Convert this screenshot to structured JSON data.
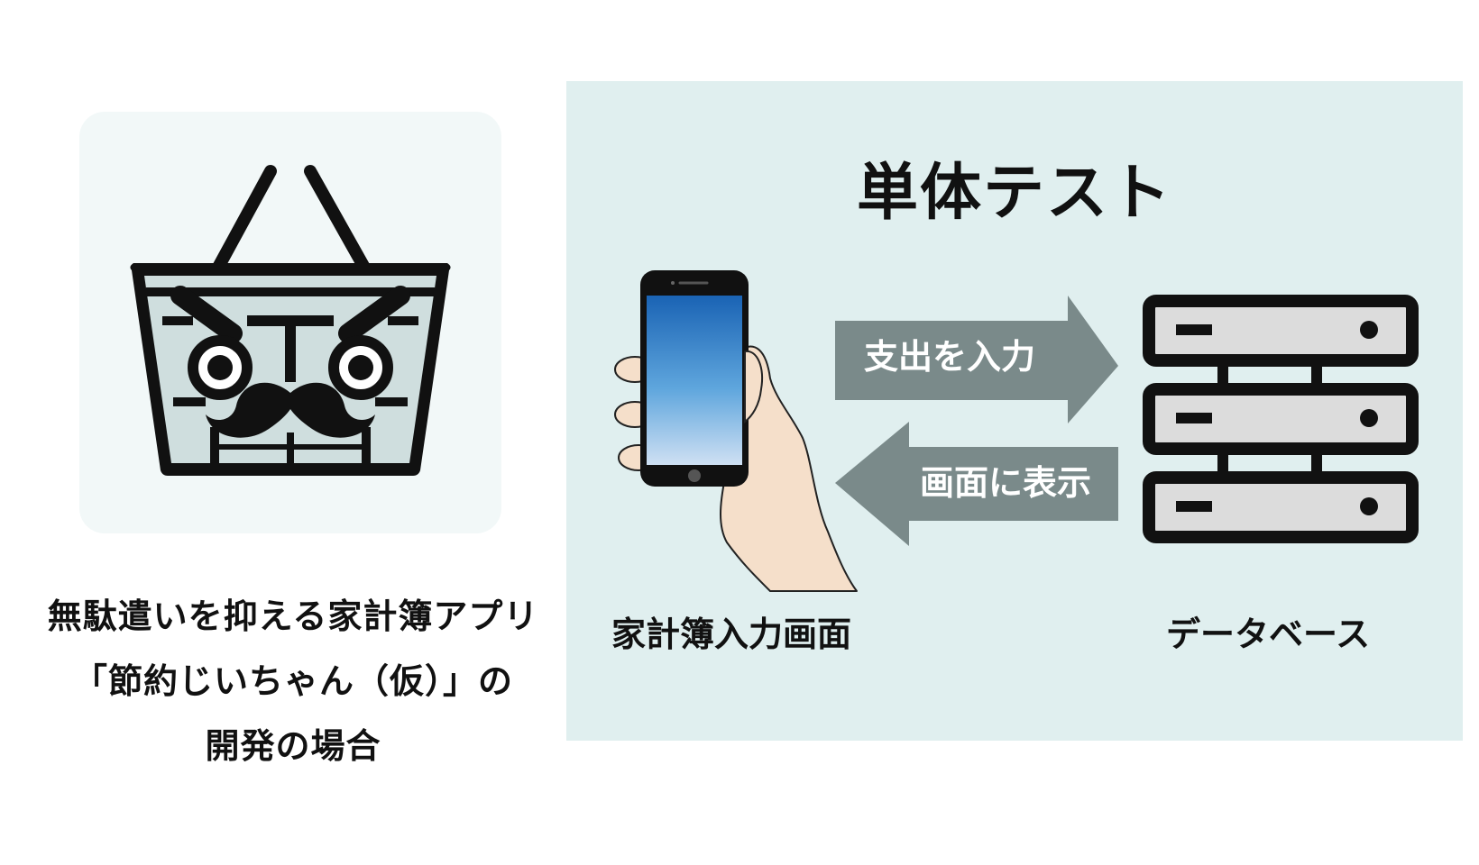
{
  "app_logo": {
    "icon": "shopping-basket-face-icon",
    "colors": {
      "card": "#f2f8f8",
      "basket_fill": "#cfdede",
      "stroke": "#111111"
    }
  },
  "caption": {
    "line1": "無駄遣いを抑える家計簿アプリ",
    "line2": "「節約じいちゃん（仮）」の",
    "line3": "開発の場合"
  },
  "diagram": {
    "title": "単体テスト",
    "background": "#e0efef",
    "arrow_color": "#7a8a8a",
    "arrow_right_label": "支出を入力",
    "arrow_left_label": "画面に表示",
    "left_node": {
      "label": "家計簿入力画面",
      "icon": "smartphone-in-hand-icon"
    },
    "right_node": {
      "label": "データベース",
      "icon": "database-server-icon"
    }
  }
}
